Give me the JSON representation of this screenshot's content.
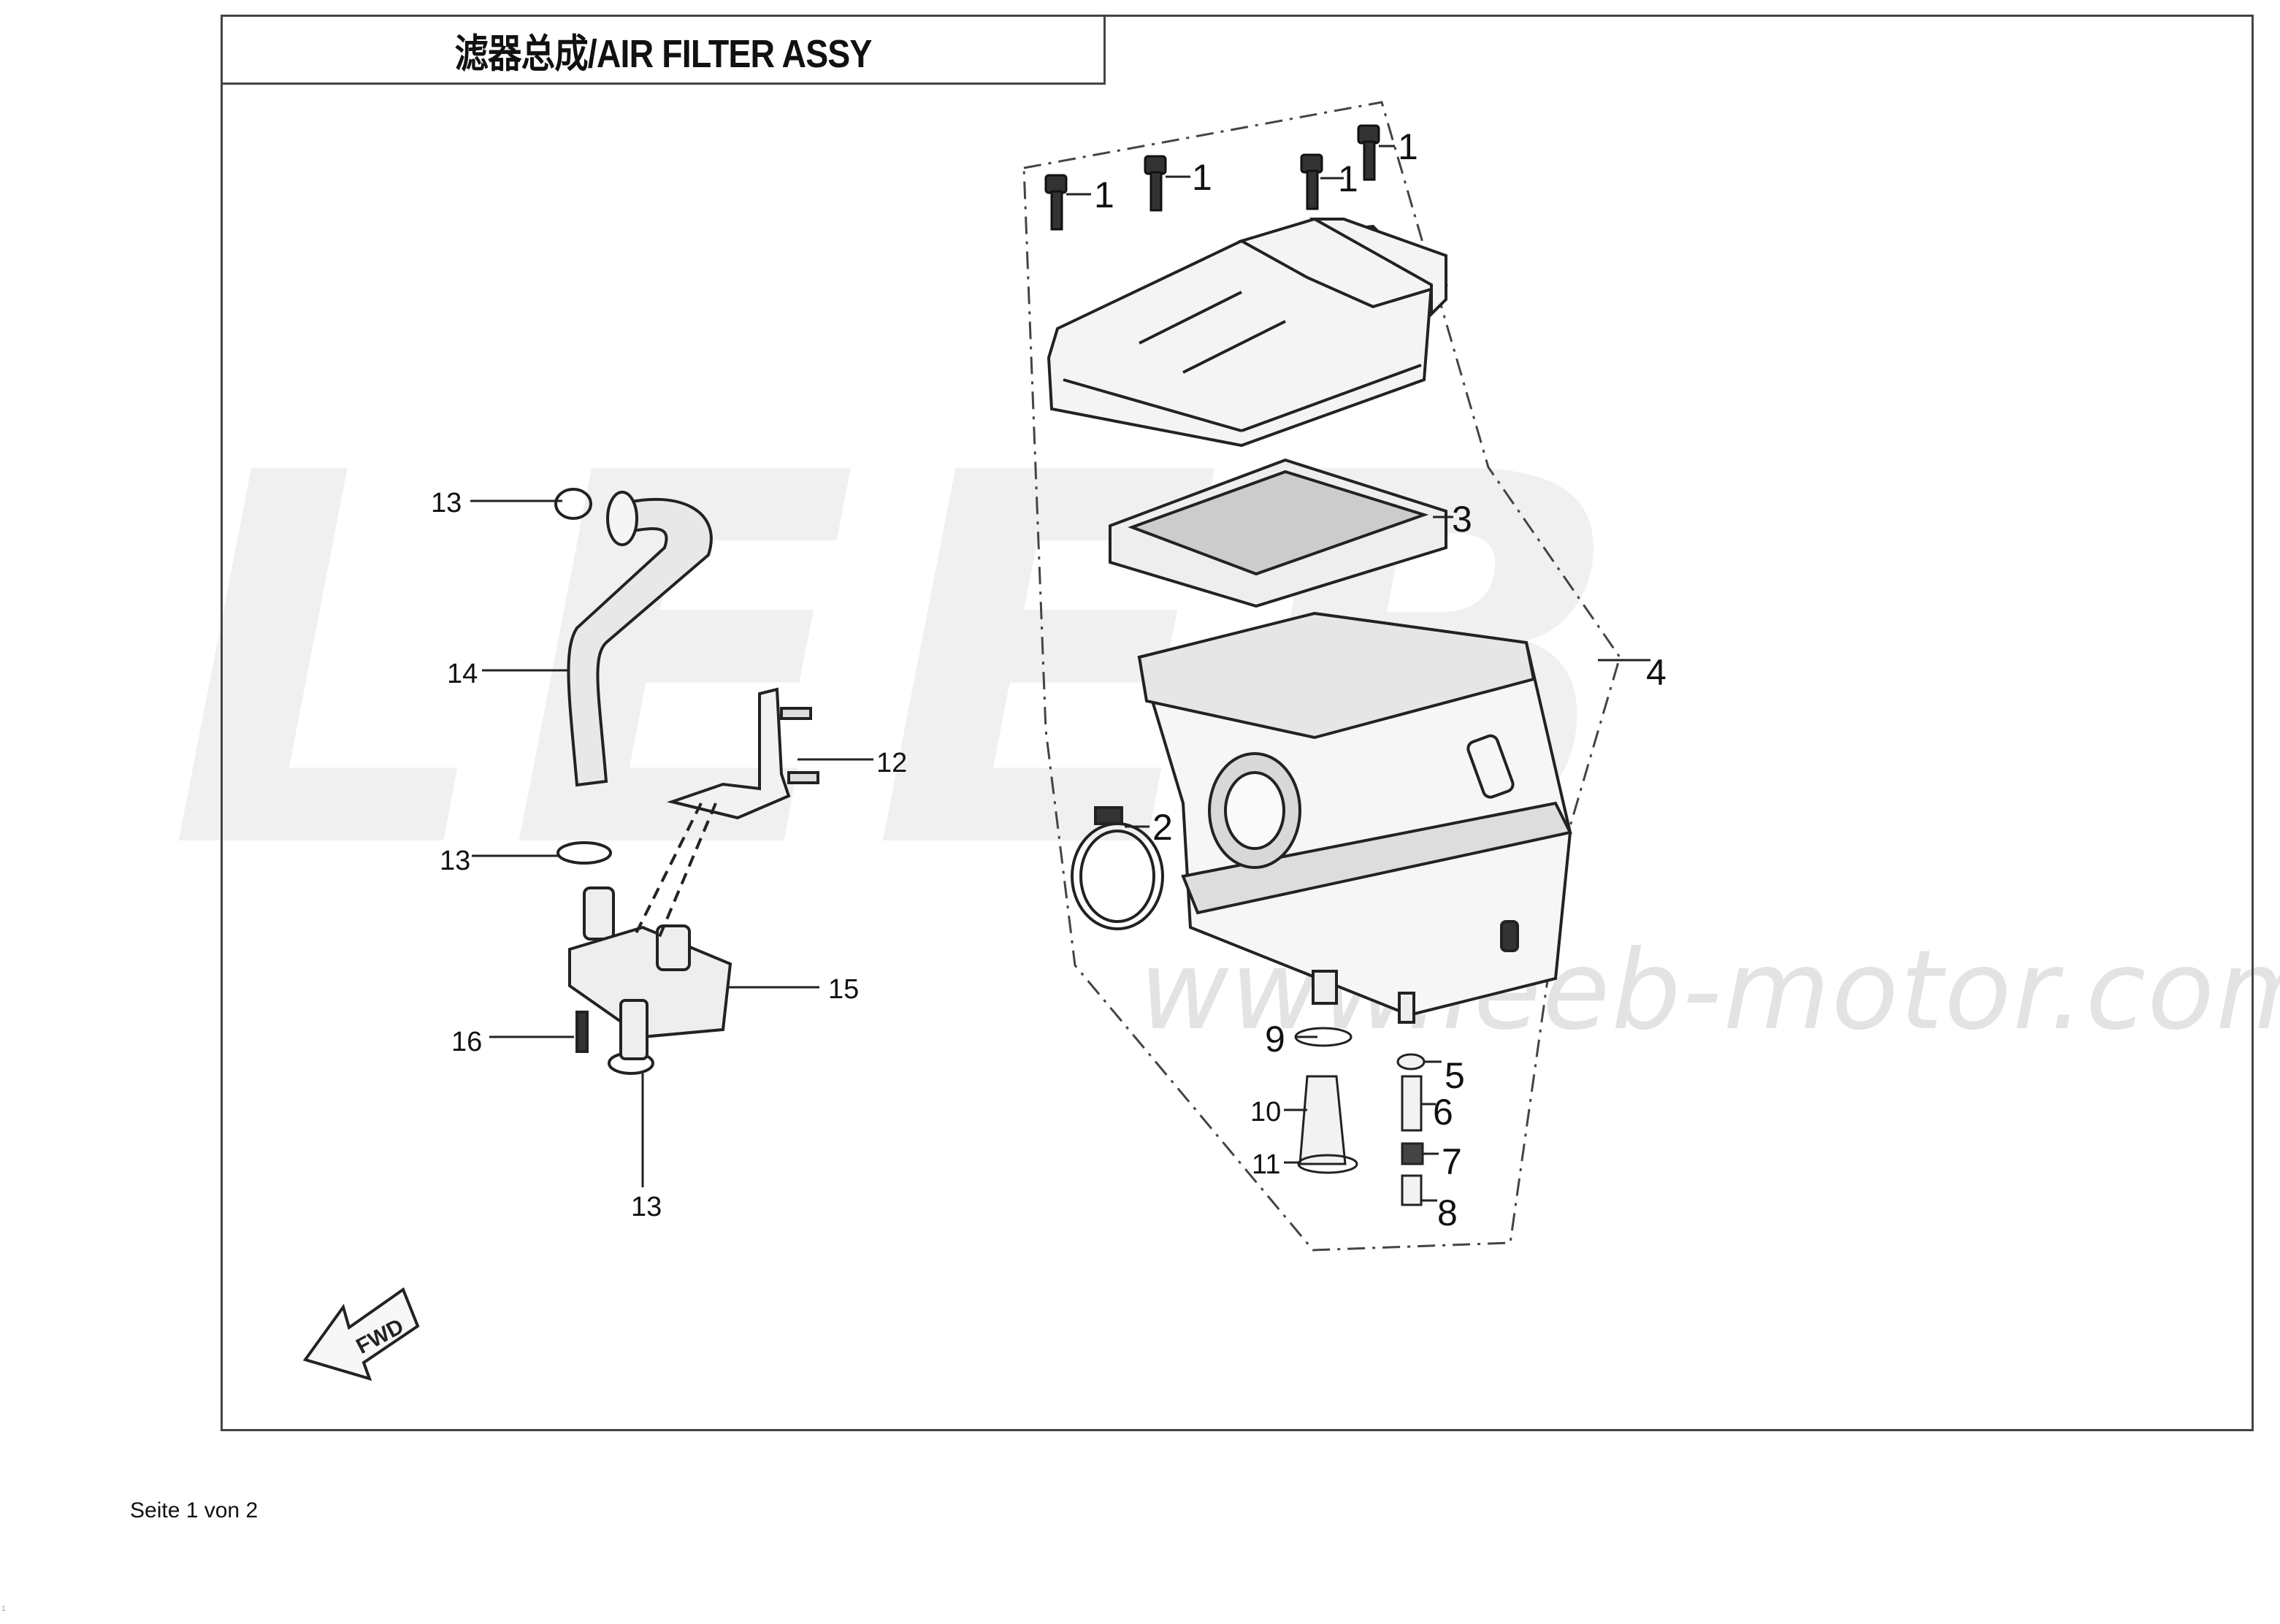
{
  "title": "滤器总成/AIR FILTER ASSY",
  "watermark": {
    "logo": "LEEB",
    "url": "www.leeb-motor.com"
  },
  "fwd_label": "FWD",
  "callouts": [
    "1",
    "1",
    "1",
    "1",
    "2",
    "3",
    "4",
    "5",
    "6",
    "7",
    "8",
    "9",
    "10",
    "11",
    "12",
    "13",
    "13",
    "13",
    "14",
    "15",
    "16"
  ],
  "footer": "Seite 1 von 2",
  "corner_mark": "1"
}
